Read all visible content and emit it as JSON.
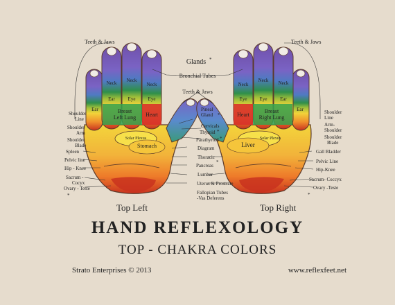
{
  "title": "HAND REFLEXOLOGY",
  "subtitle": "TOP - CHAKRA COLORS",
  "footer_left": "Strato Enterprises © 2013",
  "footer_right": "www.reflexfeet.net",
  "captions": {
    "left": "Top Left",
    "right": "Top Right"
  },
  "center_labels": {
    "glands": "Glands",
    "glands_mark": "*",
    "bronchial": "Bronchial Tubes",
    "teeth_jaws": "Teeth & Jaws",
    "pineal": "Pineal\nGland",
    "pineal_mark": "*",
    "cervicals": "Cervicals",
    "thyroid": "Thyroid",
    "thyroid_mark": "*",
    "parathyroid": "Parathyroid",
    "parathyroid_mark": "*",
    "diagram": "Diagram",
    "thoracic": "Thoracic",
    "pancreas": "Pancreas",
    "pancreas_mark": "*",
    "lumbar": "Lumbar",
    "uterus": "Uterus & Prostrate",
    "fallopian": "Fallopian Tubes",
    "vas": "-Vas Deferens"
  },
  "left_labels": {
    "teeth_jaws": "Teeth & Jaws",
    "shoulder_line": "Shoulder\nLine",
    "shoulder_arm": "Shoulder\nArm",
    "shoulder_blade": "Shoulder\nBlade",
    "spleen": "Spleen",
    "pelvic": "Pelvic line",
    "hip": "Hip - Knee",
    "sacrum": "Sacrum -\nCocyx",
    "ovary": "Ovary - Teste",
    "ovary_mark": "*"
  },
  "right_labels": {
    "teeth_jaws": "Teeth & Jaws",
    "shoulder_line": "Shoulder\nLine",
    "arm_shoulder": "Arm-\nShoulder",
    "shoulder_blade": "Shoulder\nBlade",
    "gall": "Gall Bladder",
    "pelvic": "Pelvic Line",
    "hip": "Hip-Knee",
    "sacrum": "Sacrum- Coccyx",
    "ovary": "Ovary -Teste",
    "ovary_mark": "*"
  },
  "hand_labels": {
    "neck": "Neck",
    "ear": "Ear",
    "eye": "Eye",
    "heart": "Heart",
    "breast_left": "Breast\nLeft Lung",
    "breast_right": "Breast\nRight Lung",
    "solar_plexus": "Solar Plexus",
    "stomach": "Stomach",
    "liver": "Liver"
  },
  "colors": {
    "background": "#e6dccd",
    "violet": "#6f4fa8",
    "blue": "#4f7ac2",
    "green": "#2f8f4a",
    "yellow": "#f2d33a",
    "orange": "#f0902c",
    "red": "#c9321f",
    "outline": "#5b3a2a"
  }
}
